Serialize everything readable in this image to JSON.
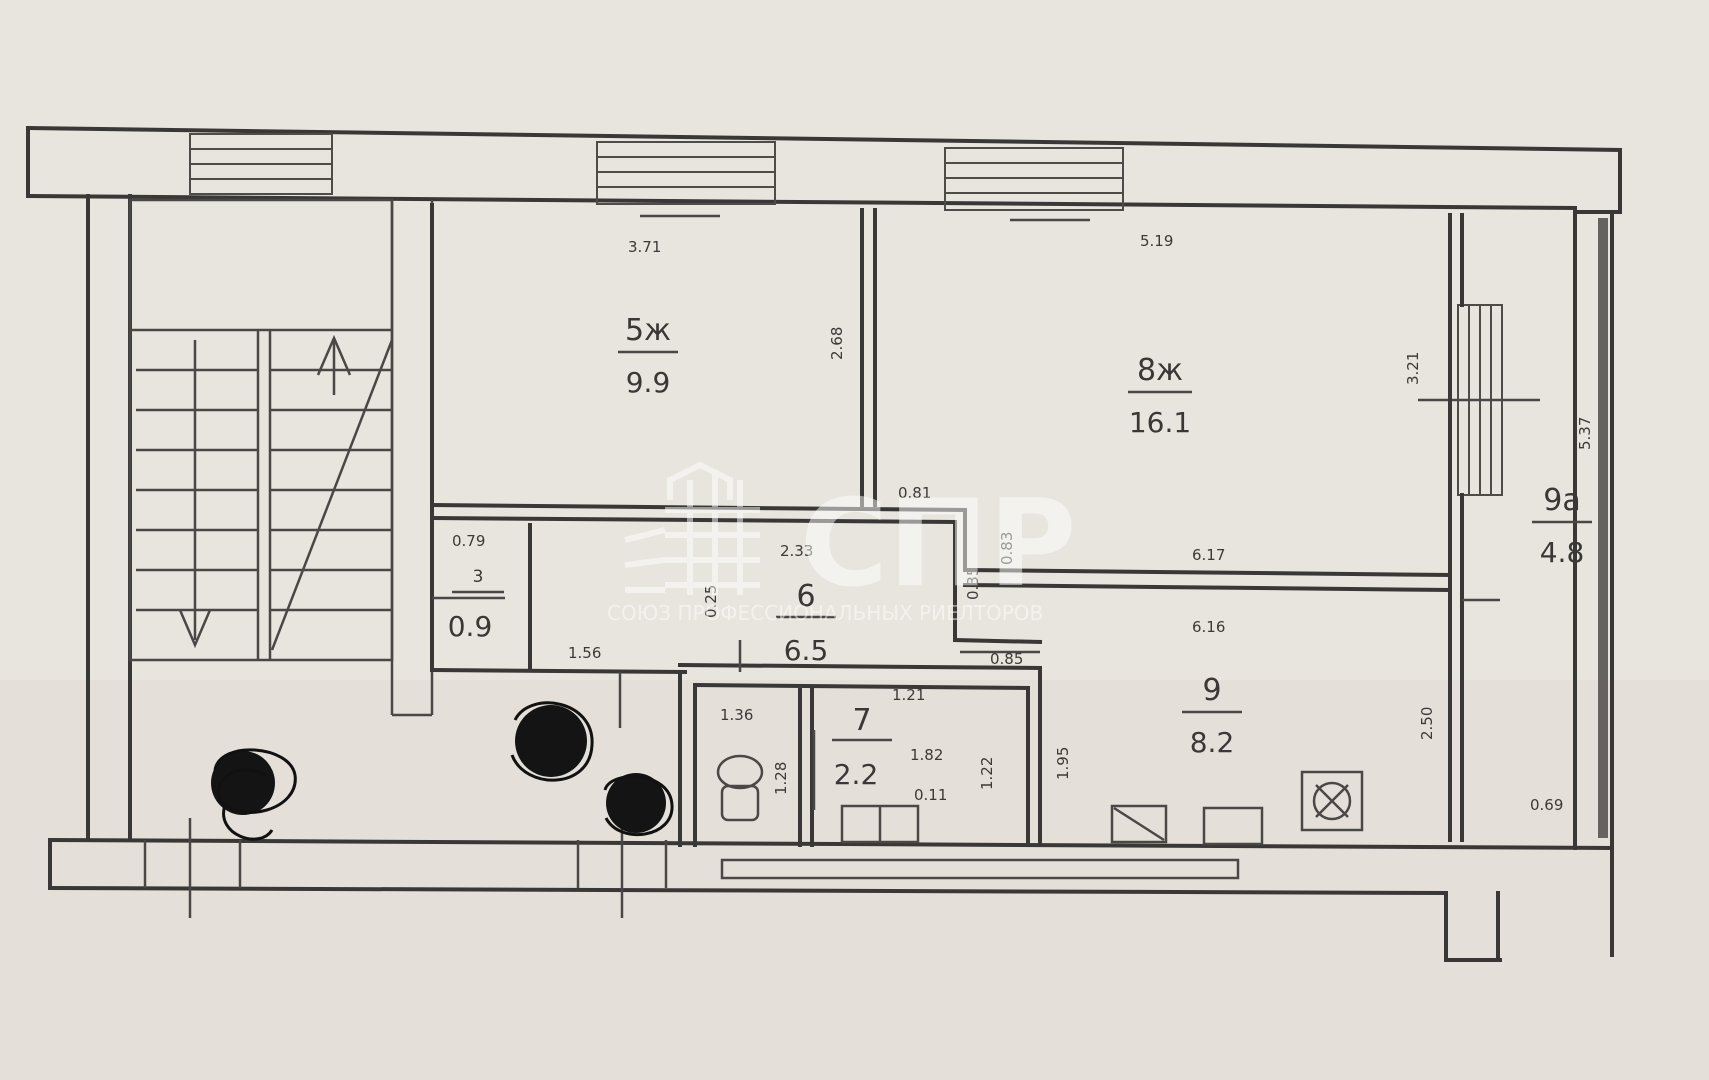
{
  "watermark": {
    "logo_text": "СПР",
    "subtitle": "СОЮЗ ПРОФЕССИОНАЛЬНЫХ РИЕЛТОРОВ"
  },
  "rooms": {
    "r5": {
      "num": "5ж",
      "area": "9.9"
    },
    "r8": {
      "num": "8ж",
      "area": "16.1"
    },
    "r9a": {
      "num": "9а",
      "area": "4.8"
    },
    "r9": {
      "num": "9",
      "area": "8.2"
    },
    "r3": {
      "num": "3",
      "area": "0.9"
    },
    "r6": {
      "num": "6",
      "area": "6.5"
    },
    "r7": {
      "num": "7",
      "area": "2.2"
    }
  },
  "dimensions": {
    "d_371": "3.71",
    "d_519": "5.19",
    "d_268": "2.68",
    "d_321": "3.21",
    "d_537": "5.37",
    "d_617": "6.17",
    "d_616": "6.16",
    "d_079": "0.79",
    "d_069": "0.69",
    "d_156": "1.56",
    "d_136": "1.36",
    "d_182": "1.82",
    "d_121": "1.21",
    "d_035": "0.35",
    "d_233": "2.33",
    "d_195": "1.95",
    "d_250": "2.50",
    "d_083": "0.83",
    "d_081": "0.81",
    "d_011": "0.11",
    "d_122": "1.22",
    "d_025": "0.25",
    "d_128": "1.28",
    "d_085": "0.85"
  }
}
